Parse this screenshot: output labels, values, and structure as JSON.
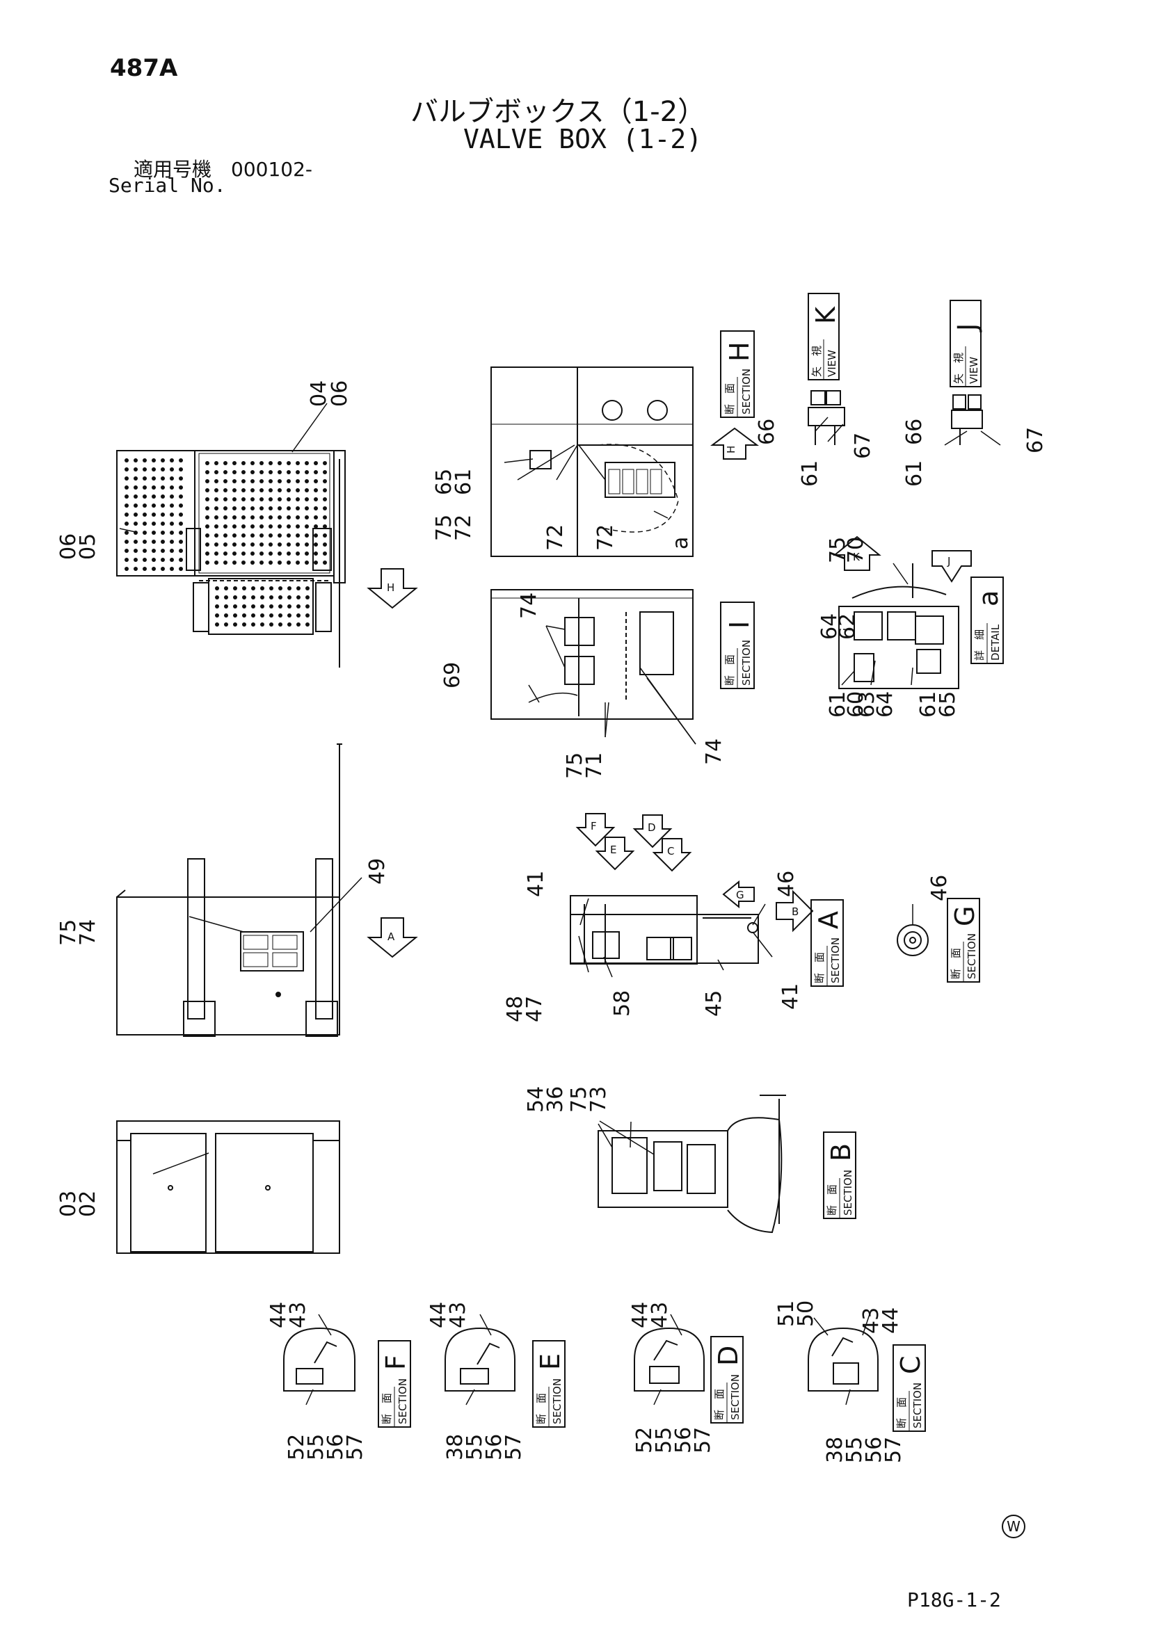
{
  "header": {
    "page_number": "487A",
    "title_jp": "バルブボックス（1-2）",
    "title_en": "VALVE BOX (1-2)",
    "serial_label_jp": "適用号機　000102-",
    "serial_label_en": "Serial No."
  },
  "footer": {
    "doc_code": "P18G-1-2",
    "mark": "W"
  },
  "labels": {
    "sec_word": "SECTION",
    "view_word": "VIEW",
    "detail_word": "DETAIL",
    "danmen": "断　面",
    "yashi": "矢　視",
    "shosai": "詳　細",
    "A": "A",
    "B": "B",
    "C": "C",
    "D": "D",
    "E": "E",
    "F": "F",
    "G": "G",
    "H": "H",
    "I": "I",
    "J": "J",
    "K": "K",
    "a": "a"
  },
  "parts": {
    "p02": "02",
    "p03": "03",
    "p04": "04",
    "p05": "05",
    "p06": "06",
    "p36": "36",
    "p38": "38",
    "p41": "41",
    "p43": "43",
    "p44": "44",
    "p45": "45",
    "p46": "46",
    "p47": "47",
    "p48": "48",
    "p49": "49",
    "p50": "50",
    "p51": "51",
    "p52": "52",
    "p54": "54",
    "p55": "55",
    "p56": "56",
    "p57": "57",
    "p58": "58",
    "p60": "60",
    "p61": "61",
    "p62": "62",
    "p63": "63",
    "p64": "64",
    "p65": "65",
    "p66": "66",
    "p67": "67",
    "p69": "69",
    "p70": "70",
    "p71": "71",
    "p72": "72",
    "p73": "73",
    "p74": "74",
    "p75": "75"
  }
}
